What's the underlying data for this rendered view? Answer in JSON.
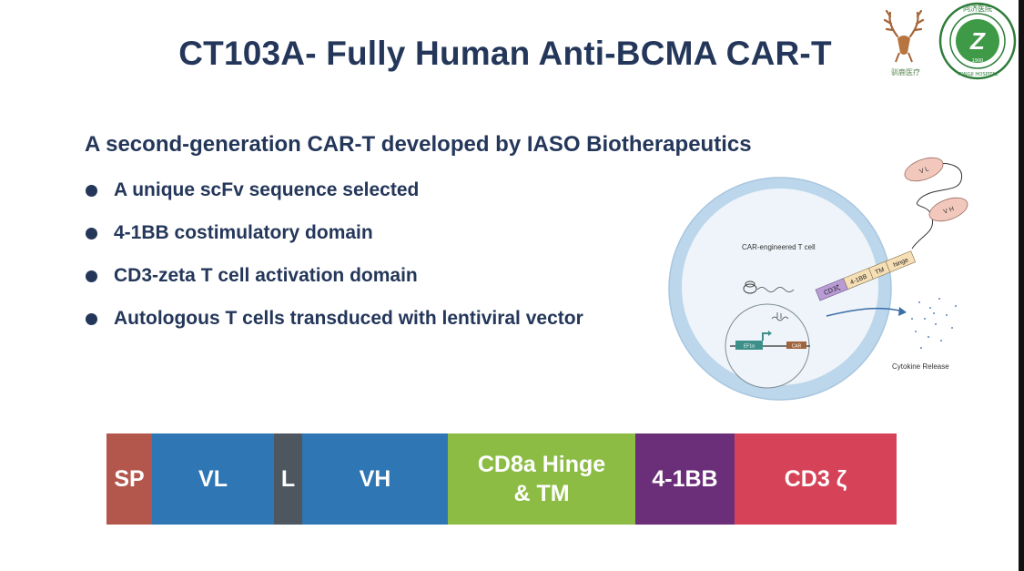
{
  "slide": {
    "title": "CT103A- Fully Human Anti-BCMA CAR-T",
    "subtitle": "A second-generation CAR-T developed by IASO Biotherapeutics",
    "bullets": [
      "A unique scFv sequence selected",
      "4-1BB costimulatory domain",
      "CD3-zeta T cell activation domain",
      "Autologous T cells transduced with lentiviral vector"
    ]
  },
  "logos": {
    "left_icon": "deer-logo-icon",
    "left_caption": "驯鹿医疗",
    "right_icon": "hospital-seal-icon",
    "right_seal_letter": "Z",
    "right_seal_text": "同济医院",
    "right_seal_bottom": "TONGJI HOSPITAL",
    "right_seal_year": "1900"
  },
  "diagram": {
    "cell_label": "CAR-engineered T cell",
    "car_domains": [
      "CD3ζ",
      "4-1BB",
      "TM",
      "hinge"
    ],
    "promoter_label": "EF1α",
    "gene_label": "CAR",
    "release_label": "Cytokine Release",
    "antigen_marks": [
      "V L",
      "V H"
    ]
  },
  "construct": {
    "segments": [
      {
        "key": "sp",
        "label": "SP"
      },
      {
        "key": "vl",
        "label": "VL"
      },
      {
        "key": "l",
        "label": "L"
      },
      {
        "key": "vh",
        "label": "VH"
      },
      {
        "key": "hinge",
        "label": "CD8a Hinge\n& TM"
      },
      {
        "key": "bb",
        "label": "4-1BB"
      },
      {
        "key": "cd3",
        "label": "CD3 ζ"
      }
    ],
    "colors": {
      "sp": "#b3574d",
      "vl": "#2e76b4",
      "l": "#4e5660",
      "vh": "#2e76b4",
      "hinge": "#8cbc44",
      "bb": "#6b2e78",
      "cd3": "#d64257"
    }
  }
}
